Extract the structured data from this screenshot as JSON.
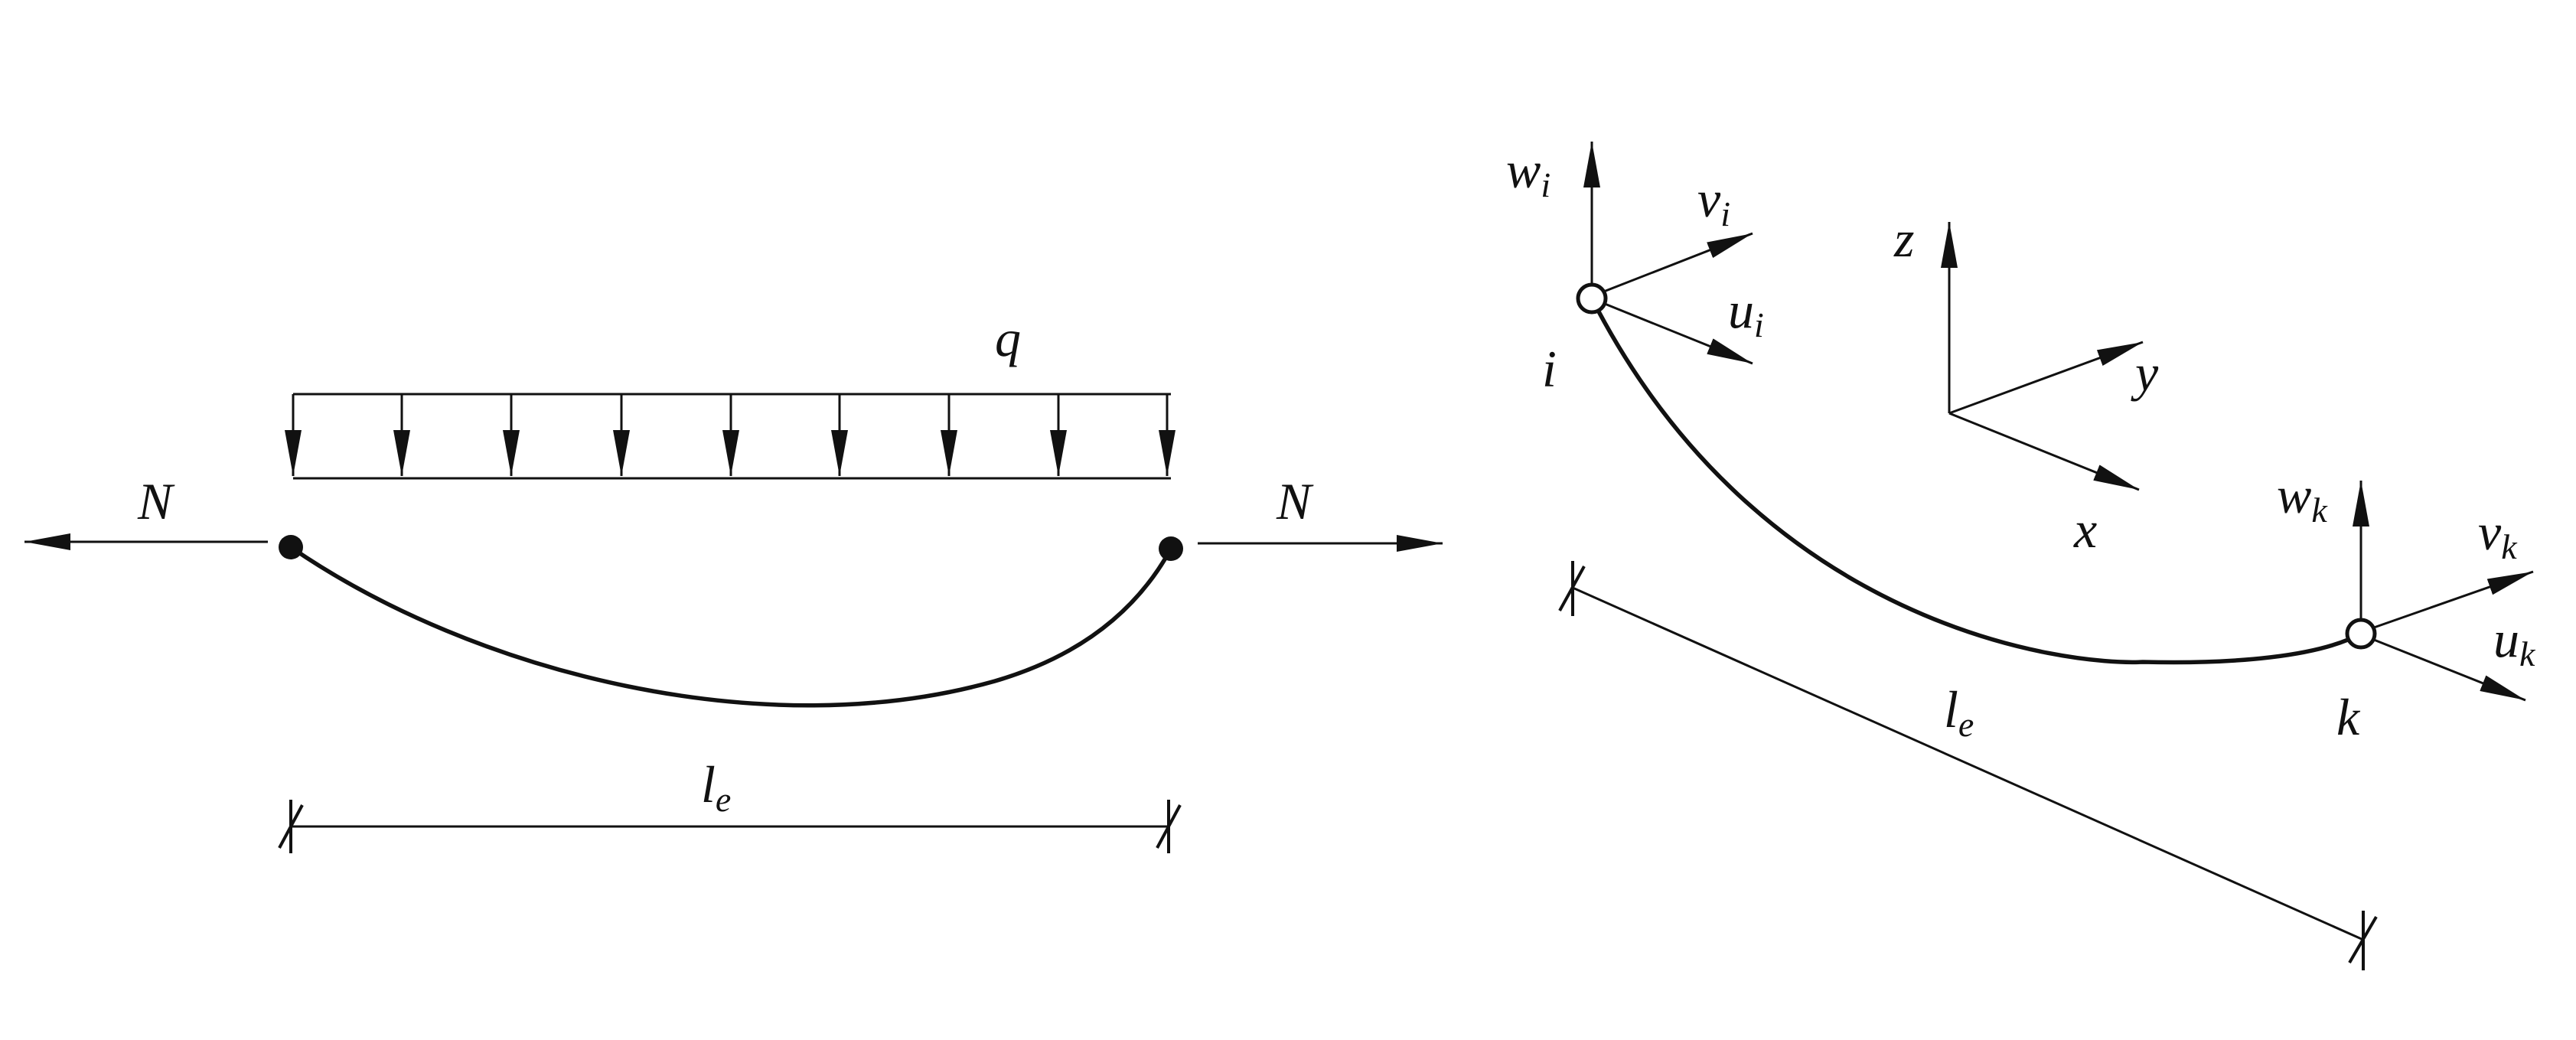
{
  "left_figure": {
    "load_label": "q",
    "axial_force_left": "N",
    "axial_force_right": "N",
    "length_label": {
      "main": "l",
      "sub": "e"
    }
  },
  "right_figure": {
    "node_i": {
      "label": "i",
      "w": {
        "main": "w",
        "sub": "i"
      },
      "v": {
        "main": "v",
        "sub": "i"
      },
      "u": {
        "main": "u",
        "sub": "i"
      }
    },
    "node_k": {
      "label": "k",
      "w": {
        "main": "w",
        "sub": "k"
      },
      "v": {
        "main": "v",
        "sub": "k"
      },
      "u": {
        "main": "u",
        "sub": "k"
      }
    },
    "axes": {
      "z": "z",
      "y": "y",
      "x": "x"
    },
    "length_label": {
      "main": "l",
      "sub": "e"
    }
  },
  "colors": {
    "ink": "#111111",
    "background": "#ffffff"
  }
}
